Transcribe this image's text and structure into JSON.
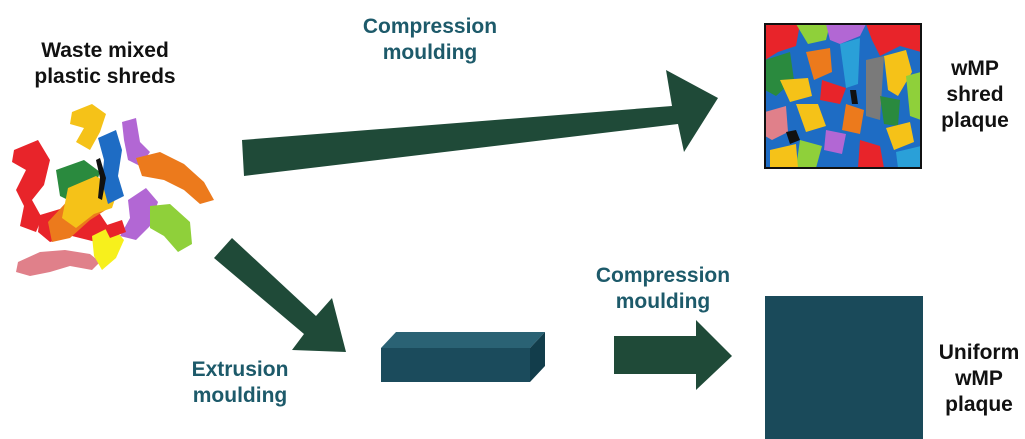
{
  "labels": {
    "waste_shreds": [
      "Waste mixed",
      "plastic shreds"
    ],
    "compression_top": [
      "Compression",
      "moulding"
    ],
    "shred_plaque": [
      "wMP",
      "shred",
      "plaque"
    ],
    "compression_bottom": [
      "Compression",
      "moulding"
    ],
    "extrusion": [
      "Extrusion",
      "moulding"
    ],
    "uniform_plaque": [
      "Uniform",
      "wMP",
      "plaque"
    ]
  },
  "colors": {
    "arrow": "#1f4a38",
    "teal_text": "#1d5a6a",
    "dark_text": "#111111",
    "block_front": "#1b4b5c",
    "block_top": "#2a6274",
    "block_side": "#123d4b",
    "uniform_plaque": "#1a4a5a",
    "shred_colors": [
      "#e8242a",
      "#f5c218",
      "#2a8a3e",
      "#1e6cc4",
      "#ec7a1c",
      "#b267d4",
      "#8fd03a",
      "#e0808a",
      "#f7f01c",
      "#7a7a7a",
      "#2aa0d8",
      "#111111"
    ]
  }
}
